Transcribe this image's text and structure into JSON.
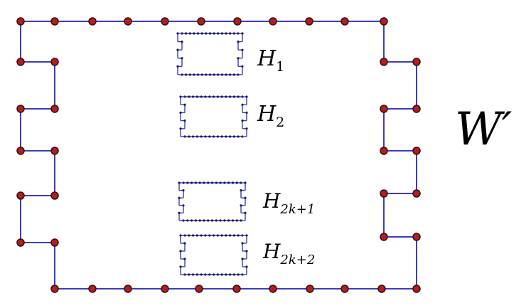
{
  "graph_label": "W′",
  "subgraph_labels": [
    {
      "base": "H",
      "sub": "1"
    },
    {
      "base": "H",
      "sub": "2"
    },
    {
      "base": "H",
      "sub": "2k+1"
    },
    {
      "base": "H",
      "sub": "2k+2"
    }
  ],
  "colors": {
    "edge": "#3b3bbf",
    "vertex_fill": "#b01e1e",
    "vertex_stroke": "#3a0d0d",
    "small_vertex": "#1a1a60",
    "text": "#000000"
  }
}
